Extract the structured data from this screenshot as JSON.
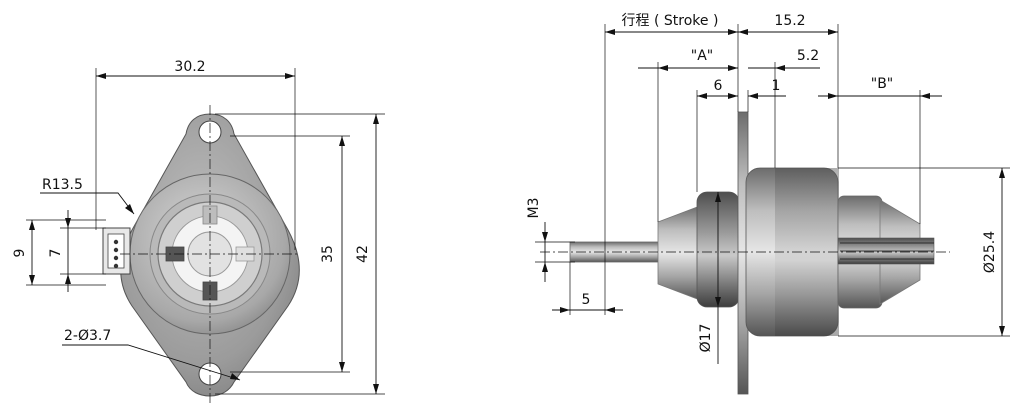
{
  "front_view": {
    "width_dim": "30.2",
    "height_inner_dim": "35",
    "height_outer_dim": "42",
    "radius_dim": "R13.5",
    "connector_outer_dim": "9",
    "connector_inner_dim": "7",
    "hole_dim": "2-Ø3.7"
  },
  "side_view": {
    "stroke_label": "行程 ( Stroke )",
    "length_dim": "15.2",
    "a_label": "\"A\"",
    "a_dim": "5.2",
    "six_dim": "6",
    "one_dim": "1",
    "b_label": "\"B\"",
    "thread_dim": "M3",
    "shaft_end_dim": "5",
    "body_dia_dim": "Ø17",
    "flange_dia_dim": "Ø25.4"
  }
}
